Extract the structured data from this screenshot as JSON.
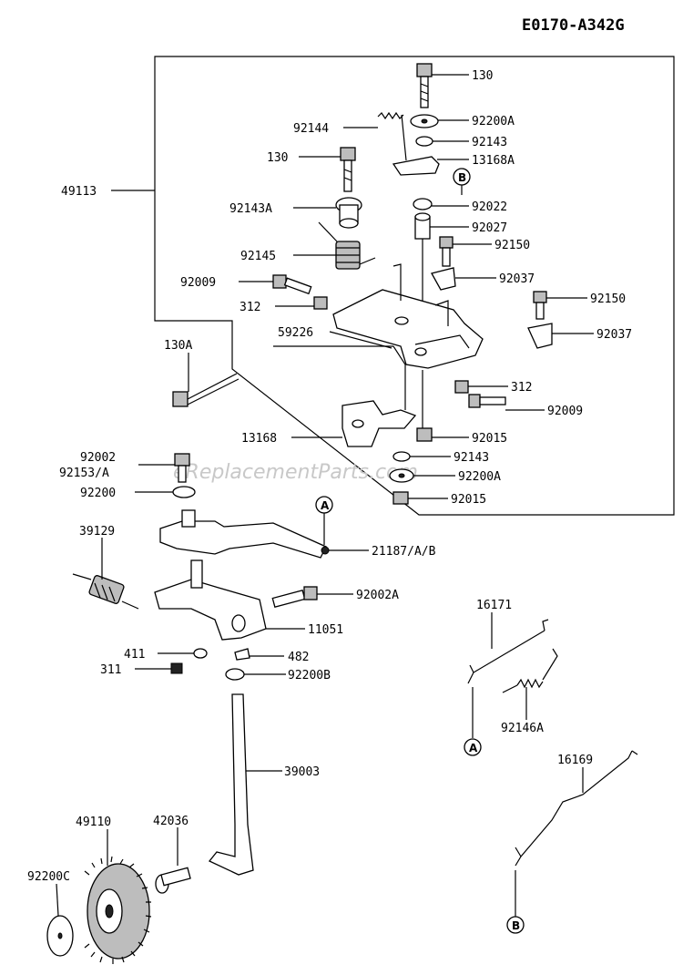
{
  "diagram_id": "E0170-A342G",
  "watermark": "eReplacementParts.com",
  "ref_a": "A",
  "ref_b": "B",
  "labels": {
    "p130_top": "130",
    "p92200A_top": "92200A",
    "p92144": "92144",
    "p92143_top": "92143",
    "p130_mid": "130",
    "p13168A": "13168A",
    "p49113": "49113",
    "p92022": "92022",
    "p92143A": "92143A",
    "p92027": "92027",
    "p92150_a": "92150",
    "p92145": "92145",
    "p92009_a": "92009",
    "p92037_a": "92037",
    "p312_a": "312",
    "p92150_b": "92150",
    "p59226": "59226",
    "p92037_b": "92037",
    "p130A": "130A",
    "p312_b": "312",
    "p92009_b": "92009",
    "p13168": "13168",
    "p92015_a": "92015",
    "p92002": "92002",
    "p92143_b": "92143",
    "p92153A": "92153/A",
    "p92200A_b": "92200A",
    "p92200": "92200",
    "p92015_b": "92015",
    "p39129": "39129",
    "p21187": "21187/A/B",
    "p92002A": "92002A",
    "p16171": "16171",
    "p11051": "11051",
    "p411": "411",
    "p482": "482",
    "p311": "311",
    "p92200B": "92200B",
    "p92146A": "92146A",
    "p16169": "16169",
    "p39003": "39003",
    "p49110": "49110",
    "p42036": "42036",
    "p92200C": "92200C"
  }
}
